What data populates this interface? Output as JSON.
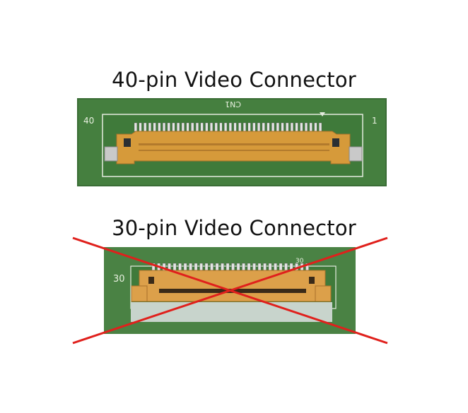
{
  "connector_40": {
    "title": "40-pin Video Connector",
    "pin_count": 40,
    "silk_left": "40",
    "silk_right": "1",
    "silk_label": "CN1",
    "status": "correct"
  },
  "connector_30": {
    "title": "30-pin Video Connector",
    "pin_count": 30,
    "silk_left": "30",
    "silk_pin": "30",
    "status": "crossed-out"
  },
  "colors": {
    "pcb": "#3f7a3c",
    "connector": "#d69a3a",
    "cross": "#e0201c"
  }
}
